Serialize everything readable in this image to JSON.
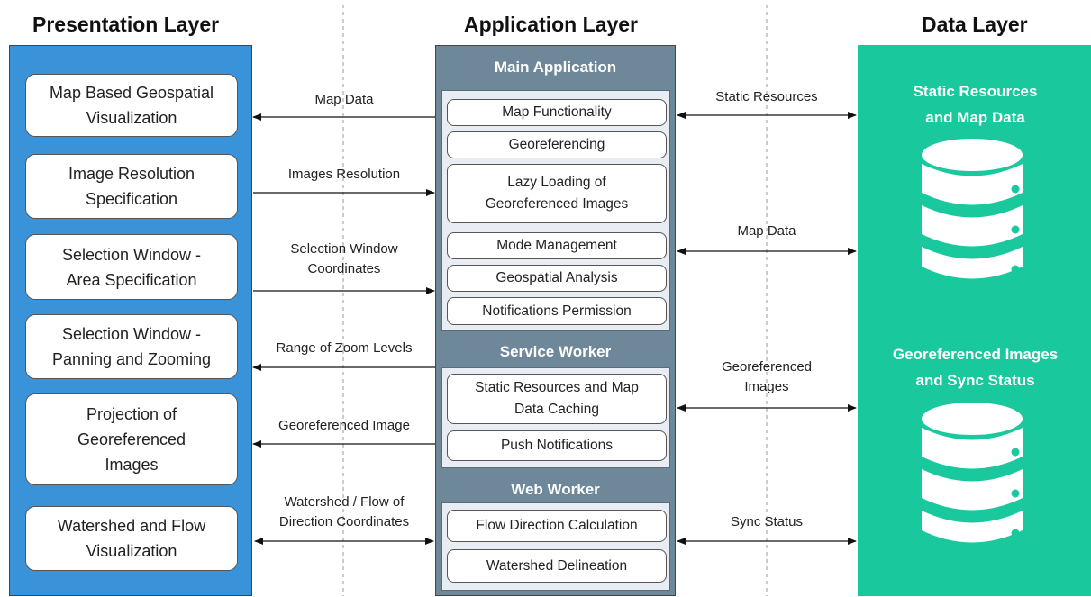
{
  "titles": {
    "presentation": "Presentation Layer",
    "application": "Application Layer",
    "data": "Data Layer"
  },
  "presentation_boxes": [
    "Map Based Geospatial\nVisualization",
    "Image Resolution\nSpecification",
    "Selection Window -\nArea Specification",
    "Selection Window -\nPanning and Zooming",
    "Projection of\nGeoreferenced\nImages",
    "Watershed and Flow\nVisualization"
  ],
  "application": {
    "main_title": "Main Application",
    "main_items": [
      "Map Functionality",
      "Georeferencing",
      "Lazy Loading of\nGeoreferenced Images",
      "Mode Management",
      "Geospatial Analysis",
      "Notifications Permission"
    ],
    "service_title": "Service Worker",
    "service_items": [
      "Static Resources and Map\nData Caching",
      "Push Notifications"
    ],
    "web_title": "Web Worker",
    "web_items": [
      "Flow Direction Calculation",
      "Watershed Delineation"
    ]
  },
  "left_labels": [
    "Map Data",
    "Images Resolution",
    "Selection Window\nCoordinates",
    "Range of Zoom Levels",
    "Georeferenced Image",
    "Watershed / Flow of\nDirection Coordinates"
  ],
  "right_labels": [
    "Static Resources",
    "Map Data",
    "Georeferenced\nImages",
    "Sync Status"
  ],
  "data_layer": {
    "db1_title": "Static Resources\nand Map Data",
    "db2_title": "Georeferenced Images\nand Sync Status"
  },
  "colors": {
    "presentation": "#3a93d8",
    "application": "#6e8799",
    "data": "#19c89c"
  }
}
